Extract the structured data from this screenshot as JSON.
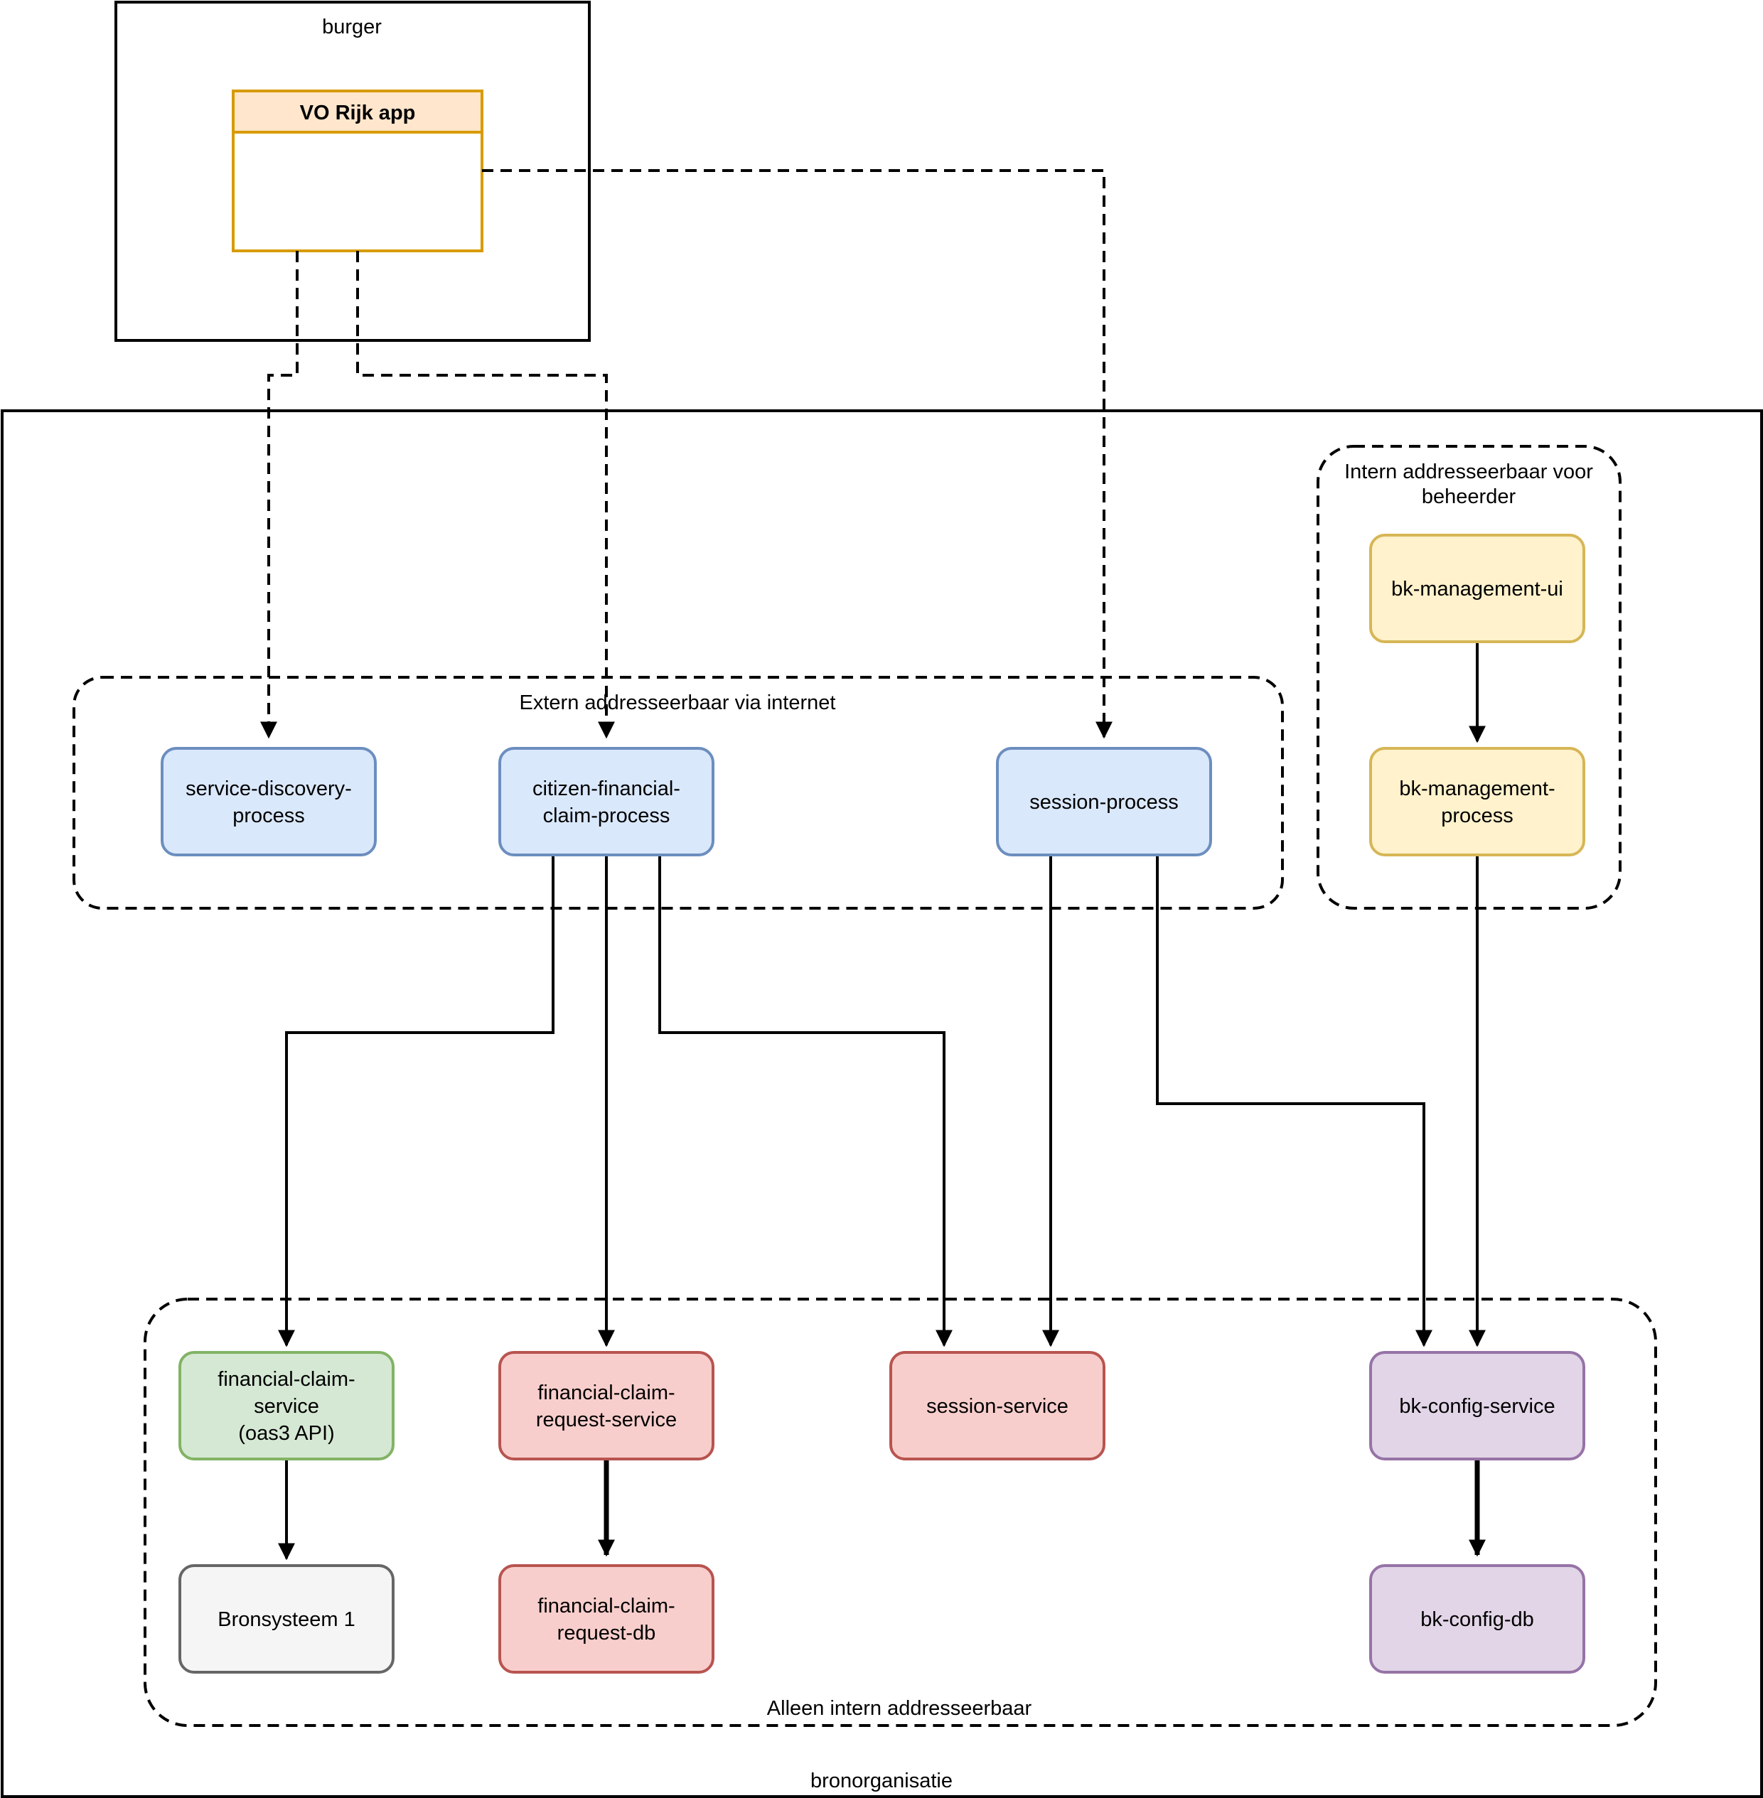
{
  "containers": {
    "burger": "burger",
    "bronorganisatie": "bronorganisatie",
    "extern_zone": "Extern addresseerbaar via internet",
    "intern_beheer_zone": [
      "Intern addresseerbaar voor",
      "beheerder"
    ],
    "intern_zone": "Alleen intern addresseerbaar"
  },
  "app": {
    "title": "VO Rijk app"
  },
  "nodes": {
    "service_discovery": [
      "service-discovery-",
      "process"
    ],
    "citizen_claim": [
      "citizen-financial-",
      "claim-process"
    ],
    "session_process": [
      "session-process"
    ],
    "bk_mgmt_ui": [
      "bk-management-ui"
    ],
    "bk_mgmt_process": [
      "bk-management-",
      "process"
    ],
    "fc_service": [
      "financial-claim-",
      "service",
      "(oas3 API)"
    ],
    "fc_request_service": [
      "financial-claim-",
      "request-service"
    ],
    "session_service": [
      "session-service"
    ],
    "bk_config_service": [
      "bk-config-service"
    ],
    "bronsysteem": [
      "Bronsysteem 1"
    ],
    "fc_request_db": [
      "financial-claim-",
      "request-db"
    ],
    "bk_config_db": [
      "bk-config-db"
    ]
  },
  "colors": {
    "blue_fill": "#dae8fc",
    "blue_stroke": "#6c8ebf",
    "yellow_fill": "#fff2cc",
    "yellow_stroke": "#d6b656",
    "green_fill": "#d5e8d4",
    "green_stroke": "#82b366",
    "red_fill": "#f8cecc",
    "red_stroke": "#b85450",
    "purple_fill": "#e1d5e7",
    "purple_stroke": "#9673a6",
    "grey_fill": "#f5f5f5",
    "grey_stroke": "#666666",
    "app_header": "#ffe6cc",
    "app_stroke": "#d79b00"
  }
}
